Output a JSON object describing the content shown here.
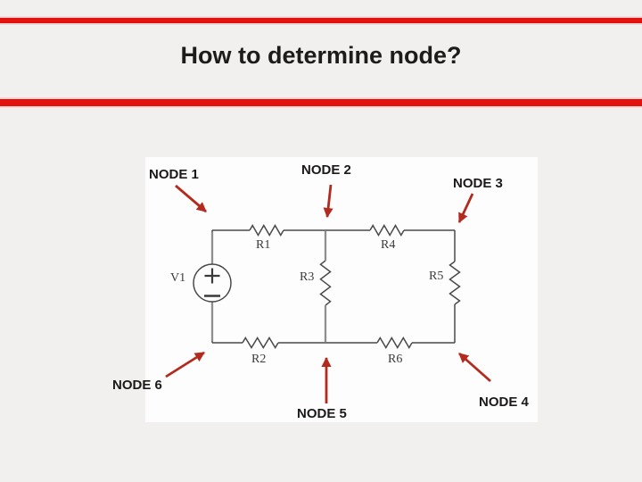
{
  "slide": {
    "title": "How to determine node?"
  },
  "diagram": {
    "node_labels": [
      "NODE 1",
      "NODE 2",
      "NODE 3",
      "NODE 4",
      "NODE 5",
      "NODE 6"
    ],
    "source_label": "V1",
    "resistor_labels": [
      "R1",
      "R2",
      "R3",
      "R4",
      "R5",
      "R6"
    ],
    "colors": {
      "accent_red": "#e2130f",
      "arrow_red": "#b32a1e",
      "wire_gray": "#4a4a4a"
    }
  }
}
